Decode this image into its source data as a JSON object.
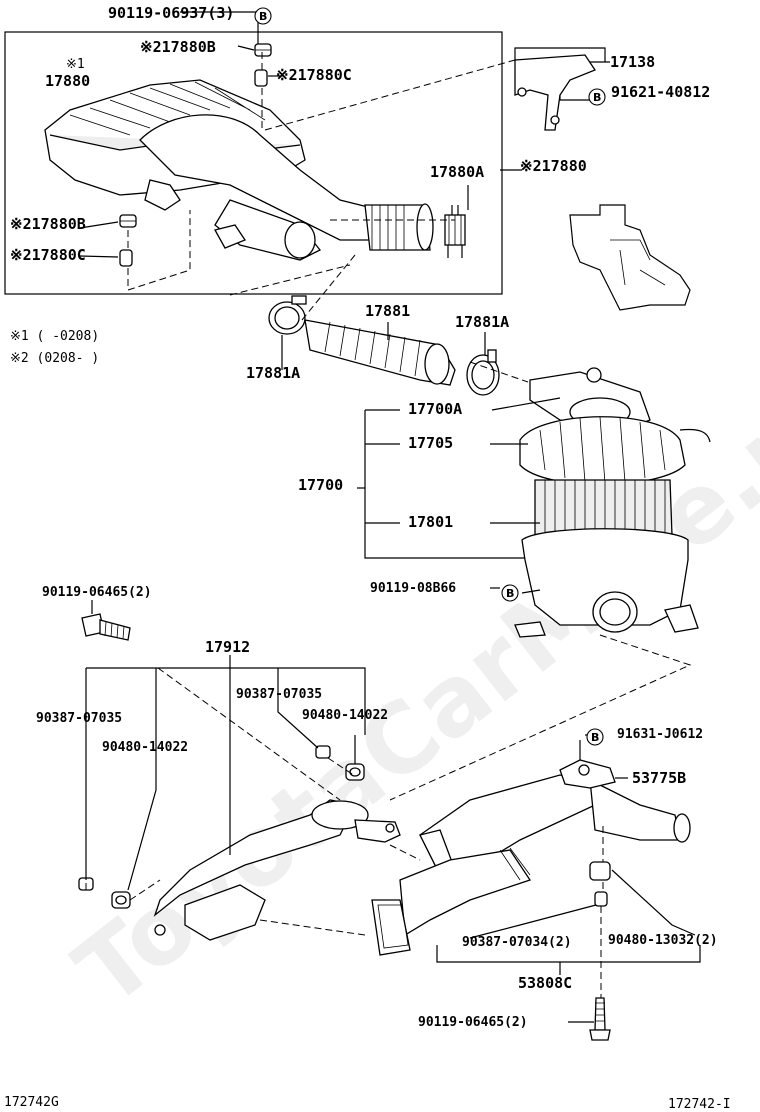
{
  "watermark": "ToyotaCarMine.ru",
  "legend": {
    "note1": "※1 (     -0208)",
    "note2": "※2 (0208-      )"
  },
  "callout_symbol": "B",
  "labels": {
    "p90119_06937": "90119-06937(3)",
    "p17880B_top": "※217880B",
    "p17880C_top": "※217880C",
    "p17880_star1": "※1",
    "p17880": "17880",
    "p17138": "17138",
    "p91621_40812": "91621-40812",
    "p17880A": "17880A",
    "p17880_star2": "※217880",
    "p17880B_left": "※217880B",
    "p17880C_left": "※217880C",
    "p17881": "17881",
    "p17881A_right": "17881A",
    "p17881A_left": "17881A",
    "p17700A": "17700A",
    "p17705": "17705",
    "p17700": "17700",
    "p17801": "17801",
    "p90119_08B66": "90119-08B66",
    "p90119_06465_a": "90119-06465(2)",
    "p17912": "17912",
    "p90387_07035_r": "90387-07035",
    "p90480_14022_r": "90480-14022",
    "p90387_07035_l": "90387-07035",
    "p90480_14022_l": "90480-14022",
    "p91631_J0612": "91631-J0612",
    "p53775B": "53775B",
    "p90387_07034": "90387-07034(2)",
    "p90480_13032": "90480-13032(2)",
    "p53808C": "53808C",
    "p90119_06465_b": "90119-06465(2)"
  },
  "footer": {
    "left_code": "172742G",
    "right_code": "172742-I"
  }
}
